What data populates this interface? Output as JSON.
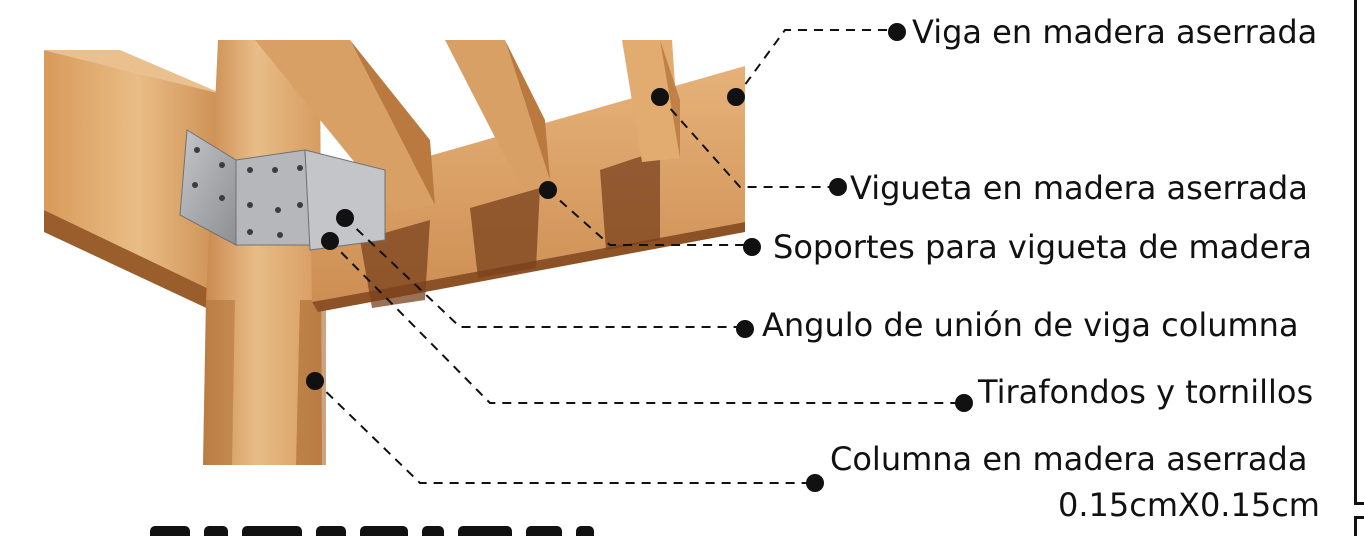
{
  "labels": {
    "viga": "Viga en madera aserrada",
    "vigueta": "Vigueta en madera  aserrada",
    "soportes": "Soportes para vigueta de madera",
    "angulo": "Angulo de unión de viga columna",
    "tirafondos": "Tirafondos y tornillos",
    "columna_1": "Columna  en madera aserrada",
    "columna_2": "0.15cmX0.15cm"
  },
  "colors": {
    "wood_light": "#e2b27a",
    "wood_mid": "#cf9356",
    "wood_dark": "#9a5d2c",
    "wood_shadow": "#6e3d1c",
    "metal": "#a8aaad",
    "metal_dark": "#6f7276",
    "ink": "#111111"
  }
}
